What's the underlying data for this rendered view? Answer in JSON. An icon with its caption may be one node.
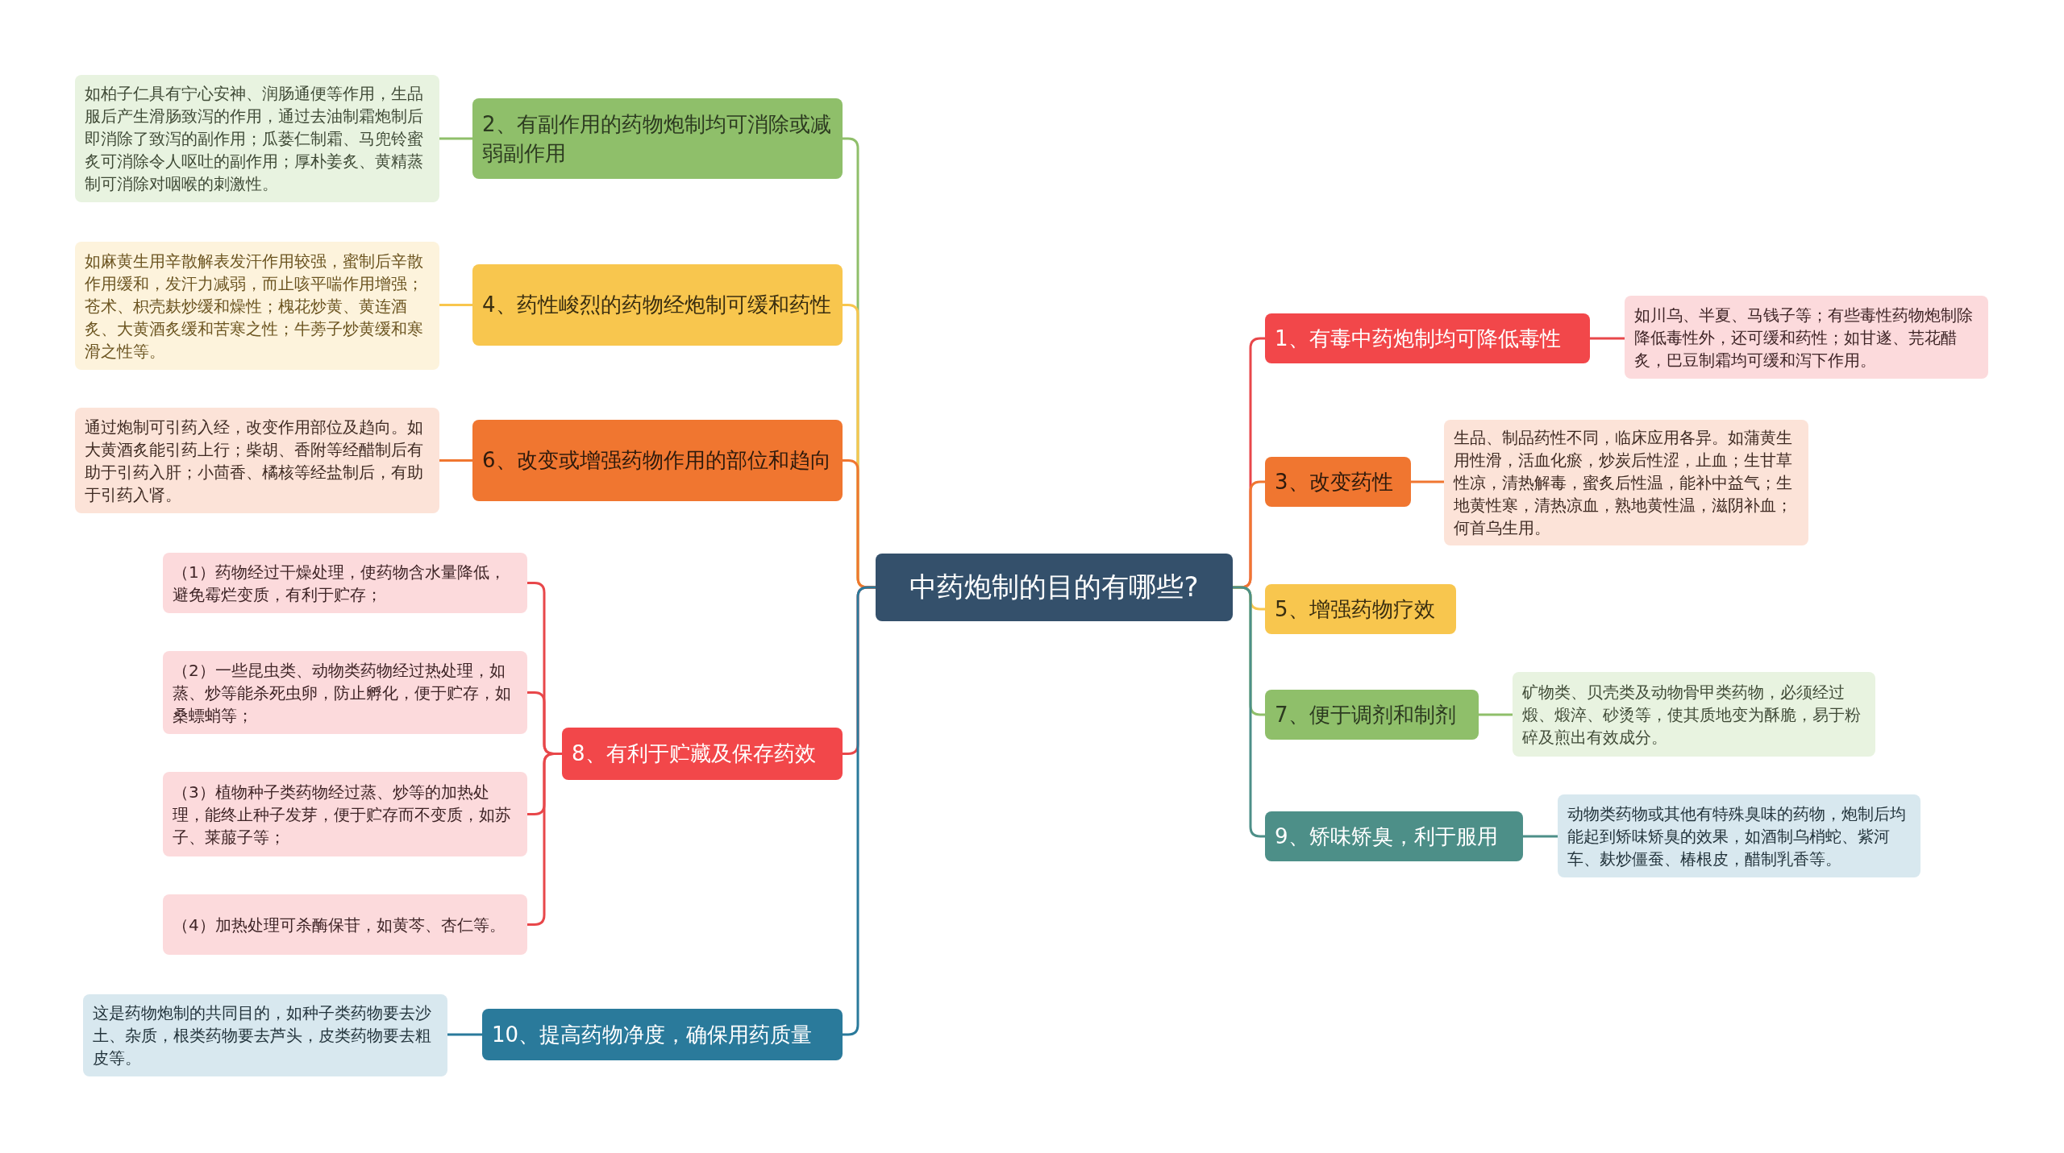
{
  "diagram": {
    "nodes": [
      {
        "text": [
          "中药炮制的目的有哪些?"
        ]
      },
      {
        "text": [
          "2、有副作用的药物炮制均可消除或减弱副作用"
        ]
      },
      {
        "text": [
          "如柏子仁具有宁心安神、润肠通便等作用，生品服后产生滑肠致泻的作用，通过去油制霜炮制后即消除了致泻的副作用；瓜蒌仁制霜、马兜铃蜜炙可消除令人呕吐的副作用；厚朴姜炙、黄精蒸制可消除对咽喉的刺激性。"
        ]
      },
      {
        "text": [
          "4、药性峻烈的药物经炮制可缓和药性"
        ]
      },
      {
        "text": [
          "如麻黄生用辛散解表发汗作用较强，蜜制后辛散作用缓和，发汗力减弱，而止咳平喘作用增强；苍术、枳壳麸炒缓和燥性；槐花炒黄、黄连酒炙、大黄酒炙缓和苦寒之性；牛蒡子炒黄缓和寒滑之性等。"
        ]
      },
      {
        "text": [
          "6、改变或增强药物作用的部位和趋向"
        ]
      },
      {
        "text": [
          "通过炮制可引药入经，改变作用部位及趋向。如大黄酒炙能引药上行；柴胡、香附等经醋制后有助于引药入肝；小茴香、橘核等经盐制后，有助于引药入肾。"
        ]
      },
      {
        "text": [
          "8、有利于贮藏及保存药效"
        ]
      },
      {
        "text": [
          "（1）药物经过干燥处理，使药物含水量降低，避免霉烂变质，有利于贮存；"
        ]
      },
      {
        "text": [
          "（2）一些昆虫类、动物类药物经过热处理，如蒸、炒等能杀死虫卵，防止孵化，便于贮存，如桑螵蛸等；"
        ]
      },
      {
        "text": [
          "（3）植物种子类药物经过蒸、炒等的加热处理，能终止种子发芽，便于贮存而不变质，如苏子、莱菔子等；"
        ]
      },
      {
        "text": [
          "（4）加热处理可杀酶保苷，如黄芩、杏仁等。"
        ]
      },
      {
        "text": [
          "10、提高药物净度，确保用药质量"
        ]
      },
      {
        "text": [
          "这是药物炮制的共同目的，如种子类药物要去沙土、杂质，根类药物要去芦头，皮类药物要去粗皮等。"
        ]
      },
      {
        "text": [
          "1、有毒中药炮制均可降低毒性"
        ]
      },
      {
        "text": [
          "如川乌、半夏、马钱子等；有些毒性药物炮制除降低毒性外，还可缓和药性；如甘遂、芫花醋炙，巴豆制霜均可缓和泻下作用。"
        ]
      },
      {
        "text": [
          "3、改变药性"
        ]
      },
      {
        "text": [
          "生品、制品药性不同，临床应用各异。如蒲黄生用性滑，活血化瘀，炒炭后性涩，止血；生甘草性凉，清热解毒，蜜炙后性温，能补中益气；生地黄性寒，清热凉血，熟地黄性温，滋阴补血；何首乌生用。"
        ]
      },
      {
        "text": [
          "5、增强药物疗效"
        ]
      },
      {
        "text": [
          "7、便于调剂和制剂"
        ]
      },
      {
        "text": [
          "矿物类、贝壳类及动物骨甲类药物，必须经过煅、煅淬、砂烫等，使其质地变为酥脆，易于粉碎及煎出有效成分。"
        ]
      },
      {
        "text": [
          "9、矫味矫臭，利于服用"
        ]
      },
      {
        "text": [
          "动物类药物或其他有特殊臭味的药物，炮制后均能起到矫味矫臭的效果，如酒制乌梢蛇、紫河车、麸炒僵蚕、椿根皮，醋制乳香等。"
        ]
      }
    ],
    "edges": [
      {
        "from": 0,
        "to": 1,
        "arrow": "none",
        "color": "#8fbf6a"
      },
      {
        "from": 1,
        "to": 2,
        "arrow": "none",
        "color": "#8fbf6a"
      },
      {
        "from": 0,
        "to": 3,
        "arrow": "none",
        "color": "#f8c64e"
      },
      {
        "from": 3,
        "to": 4,
        "arrow": "none",
        "color": "#f8c64e"
      },
      {
        "from": 0,
        "to": 5,
        "arrow": "none",
        "color": "#f07630"
      },
      {
        "from": 5,
        "to": 6,
        "arrow": "none",
        "color": "#f07630"
      },
      {
        "from": 0,
        "to": 7,
        "arrow": "none",
        "color": "#e8474a"
      },
      {
        "from": 7,
        "to": 8,
        "arrow": "none",
        "color": "#e8474a"
      },
      {
        "from": 7,
        "to": 9,
        "arrow": "none",
        "color": "#e8474a"
      },
      {
        "from": 7,
        "to": 10,
        "arrow": "none",
        "color": "#e8474a"
      },
      {
        "from": 7,
        "to": 11,
        "arrow": "none",
        "color": "#e8474a"
      },
      {
        "from": 0,
        "to": 12,
        "arrow": "none",
        "color": "#2a7a9b"
      },
      {
        "from": 12,
        "to": 13,
        "arrow": "none",
        "color": "#2a7a9b"
      },
      {
        "from": 0,
        "to": 14,
        "arrow": "none",
        "color": "#e8474a"
      },
      {
        "from": 14,
        "to": 15,
        "arrow": "none",
        "color": "#e8474a"
      },
      {
        "from": 0,
        "to": 16,
        "arrow": "none",
        "color": "#f07630"
      },
      {
        "from": 16,
        "to": 17,
        "arrow": "none",
        "color": "#f07630"
      },
      {
        "from": 0,
        "to": 18,
        "arrow": "none",
        "color": "#f8c64e"
      },
      {
        "from": 0,
        "to": 19,
        "arrow": "none",
        "color": "#8fbf6a"
      },
      {
        "from": 19,
        "to": 20,
        "arrow": "none",
        "color": "#8fbf6a"
      },
      {
        "from": 0,
        "to": 21,
        "arrow": "none",
        "color": "#4d8f88"
      },
      {
        "from": 21,
        "to": 22,
        "arrow": "none",
        "color": "#4d8f88"
      }
    ]
  }
}
